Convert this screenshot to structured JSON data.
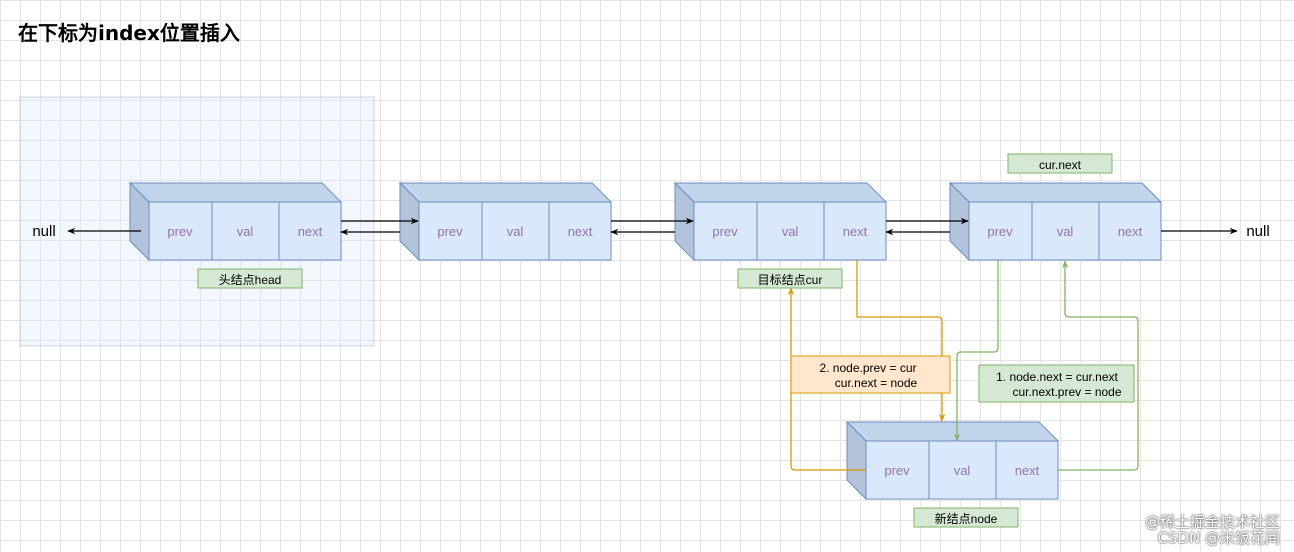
{
  "title": "在下标为index位置插入",
  "colors": {
    "node_fill": "#dae8fc",
    "node_stroke": "#6c8ebf",
    "cell_text": "#9673a6",
    "green_fill": "#d5e8d4",
    "green_stroke": "#82b366",
    "orange_fill": "#ffe6cc",
    "orange_stroke": "#d79b00",
    "arrow_black": "#000000"
  },
  "null_left": "null",
  "null_right": "null",
  "cells": {
    "prev": "prev",
    "val": "val",
    "next": "next"
  },
  "nodes": [
    {
      "id": "head",
      "label": "头结点head"
    },
    {
      "id": "n2",
      "label": ""
    },
    {
      "id": "cur",
      "label": "目标结点cur"
    },
    {
      "id": "n4",
      "label": ""
    },
    {
      "id": "node",
      "label": "新结点node"
    }
  ],
  "cur_next_label": "cur.next",
  "step1": {
    "line1": "1. node.next = cur.next",
    "line2": "cur.next.prev = node"
  },
  "step2": {
    "line1": "2. node.prev = cur",
    "line2": "cur.next = node"
  },
  "watermark": {
    "line1": "@稀土掘金技术社区",
    "line2": "CSDN @米饭花间"
  }
}
